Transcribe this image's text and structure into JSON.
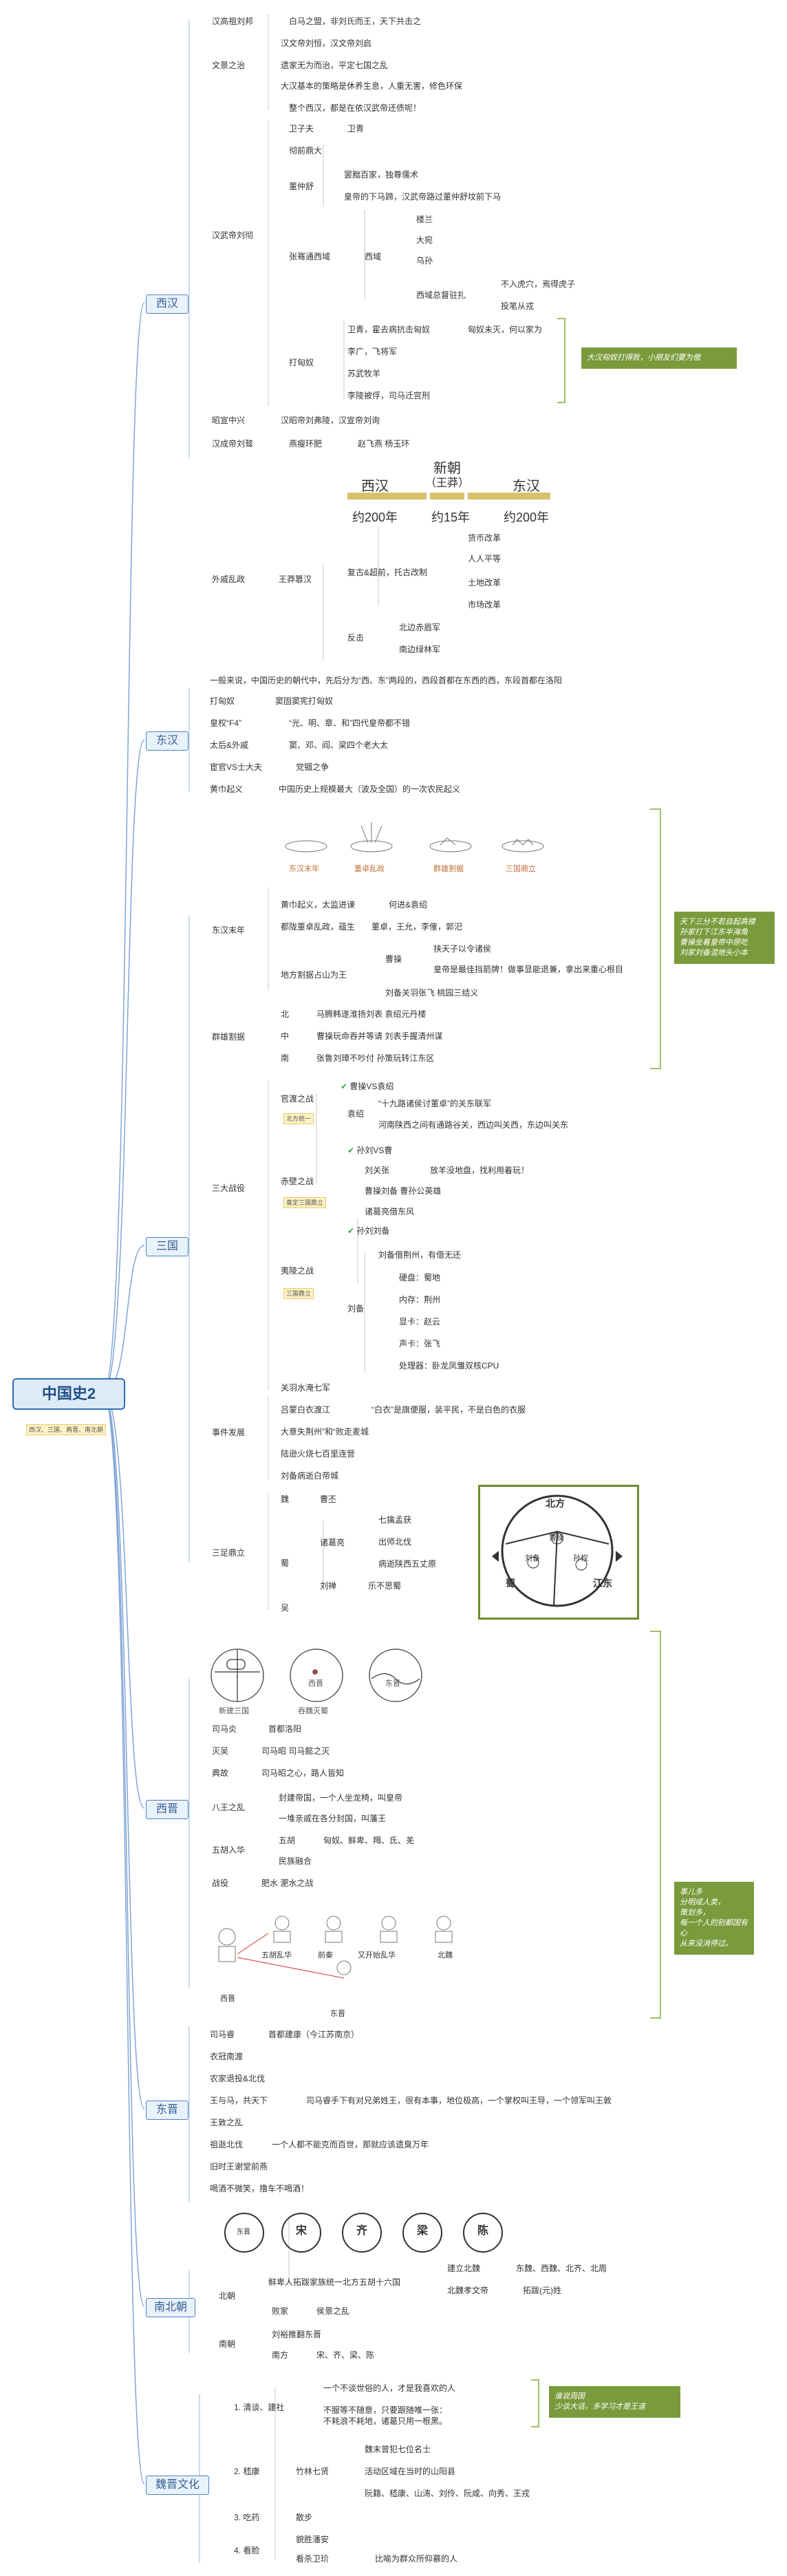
{
  "root": {
    "title": "中国史2",
    "tag": "西汉、三国、两晋、南北朝"
  },
  "branches": {
    "xihan": {
      "title": "西汉",
      "gaozu": "汉高祖刘邦",
      "gaozu_items": [
        "白马之盟，非刘氏而王，天下共击之",
        "汉文帝刘恒，汉文帝刘启"
      ],
      "wenjing": "文景之治",
      "wenjing_items": [
        "遗家无为而治，平定七国之乱",
        "大汉基本的策略是休养生息，人重无害，修色环保",
        "整个西汉，都是在依汉武帝还债呢！"
      ],
      "wudi": "汉武帝刘彻",
      "wudi_a": [
        "卫子夫",
        "卫青"
      ],
      "wudi_b": "彻前鼎大",
      "dong": "董仲舒",
      "dong_items": [
        "罢黜百家，独尊儒术",
        "皇帝的下马蹄，汉武帝路过董仲舒坟前下马"
      ],
      "zhang": "张骞通西域",
      "xiyu": "西域",
      "xiyu_items": [
        "楼兰",
        "大宛",
        "乌孙",
        "西域总督驻扎"
      ],
      "xiyu_sub": [
        "不入虎穴，焉得虎子",
        "投笔从戎"
      ],
      "dx": "打匈奴",
      "dx_items": [
        "卫青，霍去病抗击匈奴",
        "李广，飞将军",
        "苏武牧羊",
        "李陵被俘，司马迁宫刑"
      ],
      "dx_sub": "匈奴未灭，何以家为",
      "dx_note": "大汉匈奴打得败，小朋友们要为傲",
      "zhaoxuan": "昭宣中兴",
      "zhaoxuan_v": "汉昭帝刘弗陵，汉宣帝刘询",
      "yuancheng": "汉成帝刘骜",
      "yuancheng_v": "燕瘦环肥",
      "yuancheng_v2": "赵飞燕 杨玉环",
      "waiqi": "外戚乱政",
      "wangmang": "王莽篡汉",
      "wm_a": "复古&超前，托古改制",
      "wm_items": [
        "货币改革",
        "人人平等",
        "土地改革",
        "市场改革"
      ],
      "fankang": "反击",
      "fk_items": [
        "北边赤眉军",
        "南边绿林军"
      ],
      "eras": [
        "西汉",
        "新朝",
        "（王莽）",
        "东汉"
      ],
      "era_years": [
        "约200年",
        "约15年",
        "约200年"
      ]
    },
    "donghan": {
      "title": "东汉",
      "intro": "一般来说，中国历史的朝代中，先后分为“西、东”两段的，西段首都在东西的西，东段首都在洛阳",
      "items": [
        [
          "打匈奴",
          "窦固窦宪打匈奴"
        ],
        [
          "皇权“F4”",
          "“光、明、章、和”四代皇帝都不错"
        ],
        [
          "太后&外戚",
          "窦、邓、阎、梁四个老大太"
        ],
        [
          "宦官VS士大夫",
          "党锢之争"
        ],
        [
          "黄巾起义",
          "中国历史上规模最大（波及全国）的一次农民起义"
        ]
      ]
    },
    "sanguo": {
      "title": "三国",
      "pics": [
        "东汉末年",
        "董卓乱政",
        "群雄割据",
        "三国鼎立"
      ],
      "dhmn": "东汉末年",
      "dhmn_items": [
        "黄巾起义，太监进谏",
        "何进&袁绍",
        "都陇董卓乱政，蕴生",
        "董卓，王允，李傕，郭汜",
        "地方割据占山为王",
        "曹操",
        "挟天子以令诸侯",
        "皇帝是最佳挡箭牌！做事显能退兼，拿出来重心根目",
        "刘备关羽张飞 桃园三结义"
      ],
      "qx": "群雄割据",
      "qx_items": [
        [
          "北",
          "马腾韩遂淮扬刘表 袁绍元丹楼"
        ],
        [
          "中",
          "曹操玩命吞并等请 刘表手握清州谋"
        ],
        [
          "南",
          "张鲁刘璋不吵付 孙策玩转江东区"
        ]
      ],
      "sd": "三大战役",
      "guandu": "官渡之战",
      "guandu_r": "曹操VS袁绍",
      "guandu_tag": "北方统一",
      "guandu_sub": "袁绍",
      "guandu_items": [
        "“十九路诸侯讨董卓”的关东联军",
        "河南陕西之间有通路谷关，西边叫关西，东边叫关东"
      ],
      "chibi": "赤壁之战",
      "chibi_r": "孙刘VS曹",
      "chibi_tag": "奠定三国鼎立",
      "chibi_items": [
        "刘关张",
        "曹操刘备 曹孙公英雄",
        "诸葛亮借东风"
      ],
      "chibi_sub": "放羊没地盘，找利用着玩！",
      "yiling": "夷陵之战",
      "yiling_r": "孙刘刘备",
      "yiling_tag": "三国鼎立",
      "yiling_sub": "刘备",
      "yiling_sub2": "刘备借荆州，有借无还",
      "yl_items": [
        "硬盘：蜀地",
        "内存：荆州",
        "显卡：赵云",
        "声卡：张飞",
        "处理器：卧龙凤雏双核CPU"
      ],
      "sj": "事件发展",
      "sj_items": [
        "关羽水淹七军",
        "吕蒙白衣渡江",
        "“白衣”是旗便服，装平民，不是白色的衣服",
        "大意失荆州”和“败走麦城",
        "陆逊火烧七百里连营",
        "刘备病逝白帝城"
      ],
      "sgdl": "三足鼎立",
      "states": [
        "魏",
        "蜀",
        "吴"
      ],
      "wei_r": "曹丕",
      "shu_r": "诸葛亮",
      "shu_items": [
        "七擒孟获",
        "出师北伐",
        "病逝陕西五丈原"
      ],
      "wu_r": "刘禅",
      "wu_sub": "乐不思蜀",
      "note": "天下三分不若自起高楼\n孙家打下江东半海角\n曹操坐着皇帝中原吃\n刘家刘备混地头小本",
      "map_labels": [
        "北方",
        "曹操",
        "刘备",
        "孙权",
        "蜀",
        "江东"
      ]
    },
    "xijin": {
      "title": "西晋",
      "pics": [
        "新建三国",
        "吞魏灭蜀",
        "西晋",
        "东晋"
      ],
      "items": [
        [
          "司马炎",
          "首都洛阳"
        ],
        [
          "灭吴",
          "司马昭 司马懿之灭"
        ],
        [
          "典故",
          "司马昭之心，路人皆知"
        ]
      ],
      "bw": "八王之乱",
      "bw_items": [
        "封建帝国，一个人坐龙椅，叫皇帝",
        "一堆亲戚在各分封国，叫藩王"
      ],
      "wh": "五胡入华",
      "wh_items": [
        "五胡",
        "匈奴、鲜卑、羯、氐、羌",
        "民族融合"
      ],
      "zg": "战役",
      "zg_v": "肥水 淝水之战",
      "note": "事儿多\n分明成人类，\n策划多，\n每一个人的别都国有心\n从来没消停过。",
      "scene": [
        "五胡乱华",
        "前秦",
        "又开始乱华",
        "北魏",
        "西晋",
        "东晋"
      ]
    },
    "dongjin": {
      "title": "东晋",
      "items": [
        [
          "司马睿",
          "首都建康（今江苏南京）"
        ],
        [
          "衣冠南渡",
          ""
        ],
        [
          "农家退投&北伐",
          ""
        ],
        [
          "王与马，共天下",
          "司马睿手下有对兄弟姓王，很有本事，地位极高，一个掌权叫王导，一个领军叫王敦"
        ],
        [
          "王敦之乱",
          ""
        ],
        [
          "祖逖北伐",
          "一个人都不能克而百世，那就应该遗臭万年"
        ],
        [
          "旧时王谢堂前燕",
          ""
        ],
        [
          "喝酒不微笑，撸车不喝酒！",
          ""
        ]
      ]
    },
    "nanbei": {
      "title": "南北朝",
      "pics": [
        "东晋",
        "宋",
        "齐",
        "梁",
        "陈"
      ],
      "bc": "北朝",
      "bc_v": "鲜卑人拓跋家族统一北方五胡十六国",
      "bc_a": "建立北魏",
      "bc_b": "北魏孝文帝",
      "bc_a_v": "东魏、西魏、北齐、北周",
      "bc_b_v": "拓跋(元)姓",
      "bc_c": "败家",
      "bc_c_v": "侯景之乱",
      "nc": "南朝",
      "nc_a": "刘裕推翻东晋",
      "nc_b": "南方",
      "nc_b_v": "宋、齐、梁、陈"
    },
    "weijin": {
      "title": "魏晋文化",
      "g1": "1. 清谈、建社",
      "g1_v": "一个不谈世俗的人，才是我喜欢的人",
      "g1_a": "不服等不随意，只要跟随唯一张：",
      "g1_b": "不耗浪不耗地，诸葛只用一根黑。",
      "g1_note": "谁说周国\n少谈大话，多学习才是王道",
      "g2": "2. 嵇康",
      "g2_v": "竹林七贤",
      "g2_items": [
        "魏末曾犯七位名士",
        "活动区域在当时的山阳县",
        "阮籍、嵇康、山涛、刘伶、阮咸、向秀、王戎"
      ],
      "g3": "3. 吃药",
      "g3_v": "散步",
      "g4": "4. 看脸",
      "g4_a": "貌胜潘安",
      "g4_b": "看杀卫玠",
      "g4_b_v": "比喻为群众所仰慕的人"
    }
  }
}
